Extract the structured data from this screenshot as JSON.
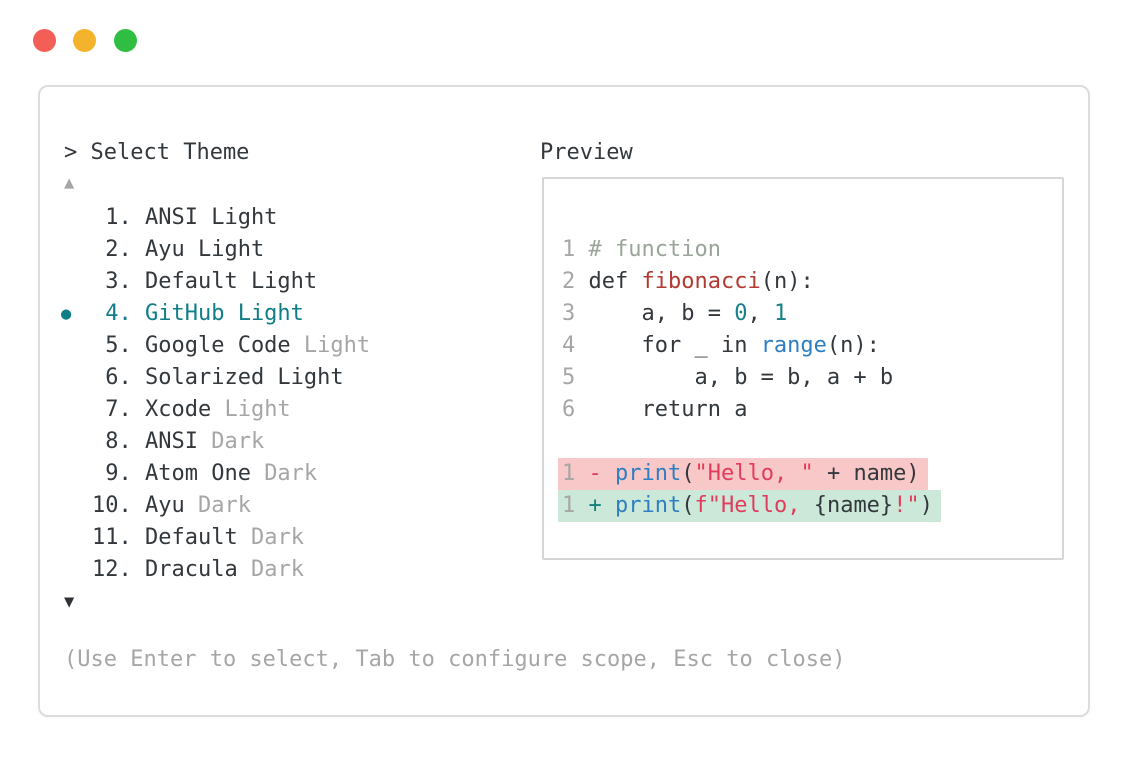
{
  "traffic_lights": {
    "close_color": "#f35f57",
    "minimize_color": "#f3b32d",
    "zoom_color": "#2fbe41"
  },
  "picker": {
    "prompt": "> Select Theme",
    "scroll_up_icon": "▲",
    "scroll_down_icon": "▼",
    "selected_bullet": "●",
    "footer_hint": "(Use Enter to select, Tab to configure scope, Esc to close)",
    "selected_item": "GitHub Light",
    "items": [
      {
        "selected": false,
        "segments": [
          {
            "text": " 1. ANSI Light",
            "muted": false
          }
        ]
      },
      {
        "selected": false,
        "segments": [
          {
            "text": " 2. Ayu Light",
            "muted": false
          }
        ]
      },
      {
        "selected": false,
        "segments": [
          {
            "text": " 3. Default Light",
            "muted": false
          }
        ]
      },
      {
        "selected": true,
        "segments": [
          {
            "text": " 4. GitHub Light",
            "muted": false
          }
        ]
      },
      {
        "selected": false,
        "segments": [
          {
            "text": " 5. Google Code ",
            "muted": false
          },
          {
            "text": "Light",
            "muted": true
          }
        ]
      },
      {
        "selected": false,
        "segments": [
          {
            "text": " 6. Solarized Light",
            "muted": false
          }
        ]
      },
      {
        "selected": false,
        "segments": [
          {
            "text": " 7. Xcode ",
            "muted": false
          },
          {
            "text": "Light",
            "muted": true
          }
        ]
      },
      {
        "selected": false,
        "segments": [
          {
            "text": " 8. ANSI ",
            "muted": false
          },
          {
            "text": "Dark",
            "muted": true
          }
        ]
      },
      {
        "selected": false,
        "segments": [
          {
            "text": " 9. Atom One ",
            "muted": false
          },
          {
            "text": "Dark",
            "muted": true
          }
        ]
      },
      {
        "selected": false,
        "segments": [
          {
            "text": "10. Ayu ",
            "muted": false
          },
          {
            "text": "Dark",
            "muted": true
          }
        ]
      },
      {
        "selected": false,
        "segments": [
          {
            "text": "11. Default ",
            "muted": false
          },
          {
            "text": "Dark",
            "muted": true
          }
        ]
      },
      {
        "selected": false,
        "segments": [
          {
            "text": "12. Dracula ",
            "muted": false
          },
          {
            "text": "Dark",
            "muted": true
          }
        ]
      }
    ]
  },
  "preview": {
    "title": "Preview",
    "code_lines": [
      {
        "diff": null,
        "tokens": [
          {
            "t": "1",
            "s": "ln"
          },
          {
            "t": " ",
            "s": "plain"
          },
          {
            "t": "# function",
            "s": "comment"
          }
        ]
      },
      {
        "diff": null,
        "tokens": [
          {
            "t": "2",
            "s": "ln"
          },
          {
            "t": " def ",
            "s": "plain"
          },
          {
            "t": "fibonacci",
            "s": "func"
          },
          {
            "t": "(n):",
            "s": "plain"
          }
        ]
      },
      {
        "diff": null,
        "tokens": [
          {
            "t": "3",
            "s": "ln"
          },
          {
            "t": "     a, b = ",
            "s": "plain"
          },
          {
            "t": "0",
            "s": "num"
          },
          {
            "t": ", ",
            "s": "plain"
          },
          {
            "t": "1",
            "s": "num"
          }
        ]
      },
      {
        "diff": null,
        "tokens": [
          {
            "t": "4",
            "s": "ln"
          },
          {
            "t": "     for _ in ",
            "s": "plain"
          },
          {
            "t": "range",
            "s": "blue"
          },
          {
            "t": "(n):",
            "s": "plain"
          }
        ]
      },
      {
        "diff": null,
        "tokens": [
          {
            "t": "5",
            "s": "ln"
          },
          {
            "t": "         a, b = b, a + b",
            "s": "plain"
          }
        ]
      },
      {
        "diff": null,
        "tokens": [
          {
            "t": "6",
            "s": "ln"
          },
          {
            "t": "     return a",
            "s": "plain"
          }
        ]
      },
      {
        "diff": null,
        "tokens": []
      },
      {
        "diff": "removed",
        "tokens": [
          {
            "t": "1",
            "s": "ln"
          },
          {
            "t": " ",
            "s": "plain"
          },
          {
            "t": "-",
            "s": "minus"
          },
          {
            "t": " ",
            "s": "plain"
          },
          {
            "t": "print",
            "s": "blue"
          },
          {
            "t": "(",
            "s": "plain"
          },
          {
            "t": "\"Hello, \"",
            "s": "string"
          },
          {
            "t": " + name)",
            "s": "plain"
          }
        ]
      },
      {
        "diff": "added",
        "tokens": [
          {
            "t": "1",
            "s": "ln"
          },
          {
            "t": " ",
            "s": "plain"
          },
          {
            "t": "+",
            "s": "plus"
          },
          {
            "t": " ",
            "s": "plain"
          },
          {
            "t": "print",
            "s": "blue"
          },
          {
            "t": "(",
            "s": "plain"
          },
          {
            "t": "f\"Hello, ",
            "s": "string"
          },
          {
            "t": "{name}",
            "s": "plain"
          },
          {
            "t": "!\"",
            "s": "string"
          },
          {
            "t": ")",
            "s": "plain"
          }
        ]
      }
    ]
  },
  "colors": {
    "text_dark": "#33383d",
    "text_muted": "#a6a6a6",
    "accent_teal": "#0f7e87",
    "comment_green": "#9aa59a",
    "function_red": "#b23a31",
    "string_crimson": "#e23c5c",
    "keyword_blue": "#2e7fc1",
    "plus_teal": "#12807b",
    "diff_removed_bg": "#f8c7c7",
    "diff_added_bg": "#cbe8d8",
    "window_border": "#dcdcdc"
  }
}
